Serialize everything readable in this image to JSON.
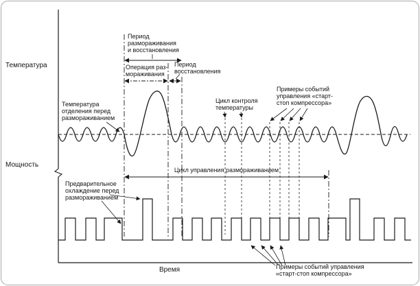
{
  "figure": {
    "axes": {
      "y_top": "Температура",
      "y_bottom": "Мощность",
      "x": "Время"
    },
    "labels": {
      "defrost_recovery_period": [
        "Период",
        "размораживания",
        "и восстановления"
      ],
      "defrost_operation": [
        "Операция раз-",
        "мораживания"
      ],
      "recovery_period": [
        "Период",
        "восстановления"
      ],
      "temp_before_defrost": [
        "Температура",
        "отделения перед",
        "размораживанием"
      ],
      "temp_control_cycle": [
        "Цикл контроля",
        "температуры"
      ],
      "compressor_events_top": [
        "Примеры событий",
        "управления «старт-",
        "стоп компрессора»"
      ],
      "defrost_control_cycle": "Цикл управления размораживанием",
      "precool_before_defrost": [
        "Предварительное",
        "охлаждение перед",
        "размораживанием"
      ],
      "compressor_events_bottom": [
        "Примеры событий управления",
        "«старт-стоп компрессора»"
      ]
    },
    "colors": {
      "line": "#1a1a1a",
      "border": "#aaaaaa"
    }
  }
}
